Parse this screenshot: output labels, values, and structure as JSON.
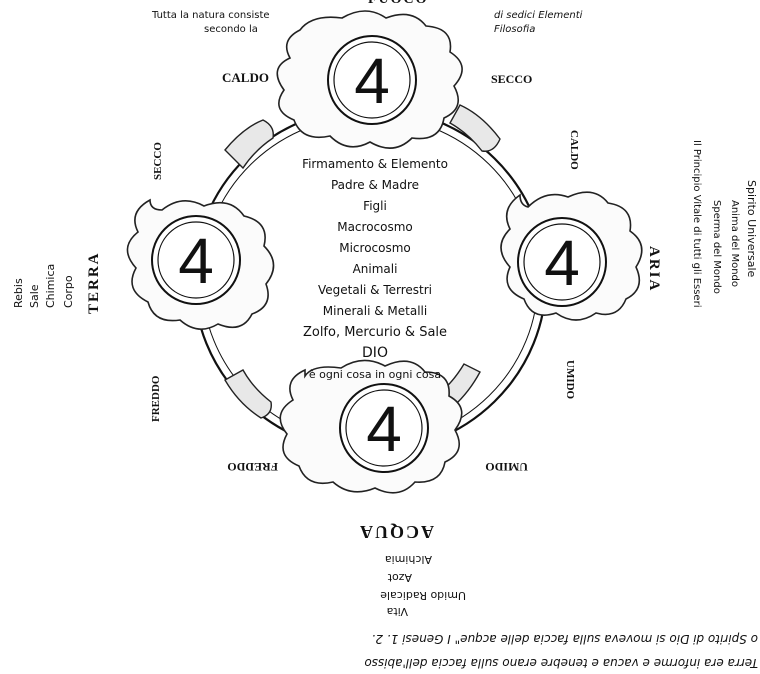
{
  "top": {
    "fuoco": "FUOCO",
    "left_line1": "Tutta la natura consiste",
    "left_line2": "secondo la",
    "right_line1": "di sedici Elementi",
    "right_line2": "Filosofia"
  },
  "qualities": {
    "caldo_top": "CALDO",
    "secco_top": "SECCO",
    "secco_left": "SECCO",
    "caldo_right": "CALDO",
    "freddo_left": "FREDDO",
    "umido_right": "UMIDO",
    "freddo_bottom": "FREDDO",
    "umido_bottom": "UMIDO"
  },
  "elements": {
    "four": "4",
    "terra": "TERRA",
    "aria": "ARIA",
    "acqua": "ACQUA"
  },
  "terra_labels": [
    "Rebis",
    "Sale",
    "Chimica",
    "Corpo"
  ],
  "center_lines": [
    "Firmamento & Elemento",
    "Padre & Madre",
    "Figli",
    "Macrocosmo",
    "Microcosmo",
    "Animali",
    "Vegetali   &  Terrestri",
    "Minerali & Metalli",
    "Zolfo, Mercurio & Sale",
    "DIO",
    "è ogni cosa in ogni cosa"
  ],
  "aria_labels": [
    "Spirito Universale",
    "Anima del Mondo",
    "Sperma del Mondo",
    "Il Principio Vitale di tutti gli Esseri"
  ],
  "acqua_labels": [
    "Alchimia",
    "Azot",
    "Umido   Radicale",
    "Vita"
  ],
  "bottom_text": {
    "line1": "o Spirito di Dio si moveva sulla faccia delle acque\"  I Genesi 1. 2.",
    "line2": "Terra era informe e vacua e tenebre erano sulla faccia dell'abisso"
  }
}
